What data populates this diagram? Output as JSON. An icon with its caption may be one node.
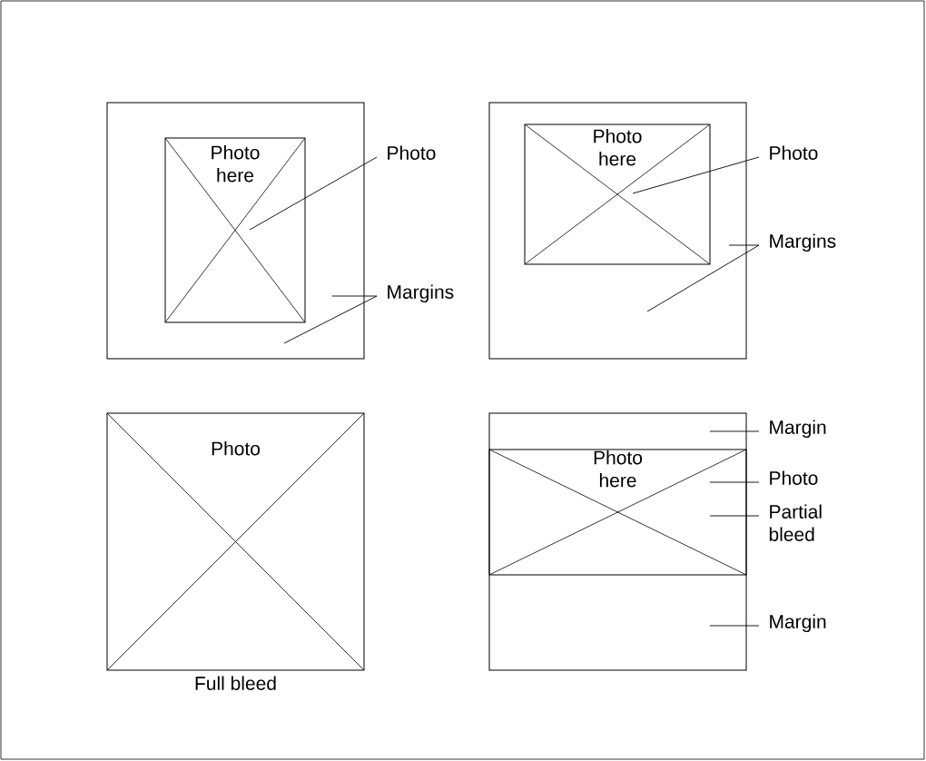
{
  "diagram": {
    "nodes": [
      {
        "text": [],
        "shape": "box"
      },
      {
        "text": [
          "Photo here"
        ],
        "in": 0
      },
      {
        "text": [
          "Photo"
        ]
      },
      {
        "text": [
          "Margins"
        ]
      },
      {
        "text": [],
        "shape": "box"
      },
      {
        "text": [
          "Photo here"
        ],
        "in": 4
      },
      {
        "text": [
          "Photo"
        ]
      },
      {
        "text": [
          "Margins"
        ]
      },
      {
        "text": [
          "Photo"
        ],
        "beside": [
          "Full bleed"
        ]
      },
      {
        "text": [],
        "shape": "box"
      },
      {
        "text": [
          "Photo here"
        ],
        "in": 9
      },
      {
        "text": [
          "Margin"
        ]
      },
      {
        "text": [
          "Photo"
        ]
      },
      {
        "text": [
          "Partial bleed"
        ]
      },
      {
        "text": [
          "Margin"
        ]
      }
    ],
    "edges": [
      {
        "from": 2,
        "to": 1,
        "arrow": "none"
      },
      {
        "from": 3,
        "to": 0,
        "arrow": "none"
      },
      {
        "from": 3,
        "to": 0,
        "arrow": "none"
      },
      {
        "from": 6,
        "to": 5,
        "arrow": "none"
      },
      {
        "from": 7,
        "to": 4,
        "arrow": "none"
      },
      {
        "from": 7,
        "to": 4,
        "arrow": "none"
      },
      {
        "from": 11,
        "to": 9,
        "arrow": "none"
      },
      {
        "from": 12,
        "to": 10,
        "arrow": "none"
      },
      {
        "from": 13,
        "to": 10,
        "arrow": "none"
      },
      {
        "from": 14,
        "to": 9,
        "arrow": "none"
      }
    ]
  }
}
